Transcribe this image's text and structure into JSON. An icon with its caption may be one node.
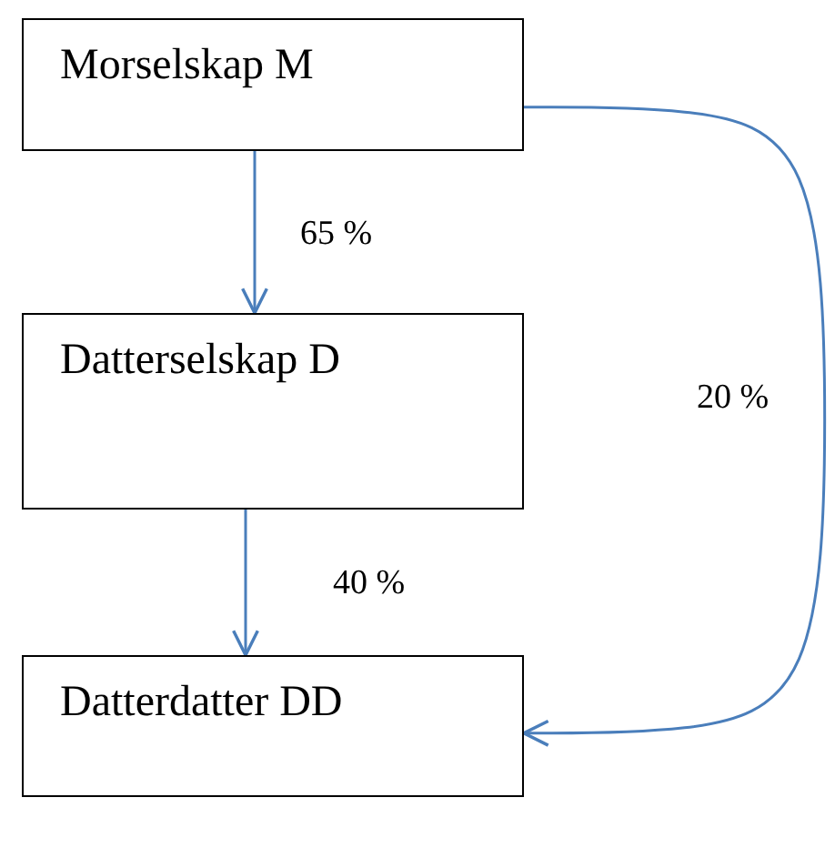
{
  "diagram": {
    "nodes": [
      {
        "text": [
          "Morselskap M"
        ]
      },
      {
        "text": [
          "Datterselskap D"
        ]
      },
      {
        "text": [
          "Datterdatter DD"
        ]
      }
    ],
    "edges": [
      {
        "from": 0,
        "to": 1,
        "arrow": "to",
        "label": "65 %"
      },
      {
        "from": 1,
        "to": 2,
        "arrow": "to",
        "label": "40 %"
      },
      {
        "from": 0,
        "to": 2,
        "arrow": "to",
        "label": "20 %"
      }
    ]
  }
}
